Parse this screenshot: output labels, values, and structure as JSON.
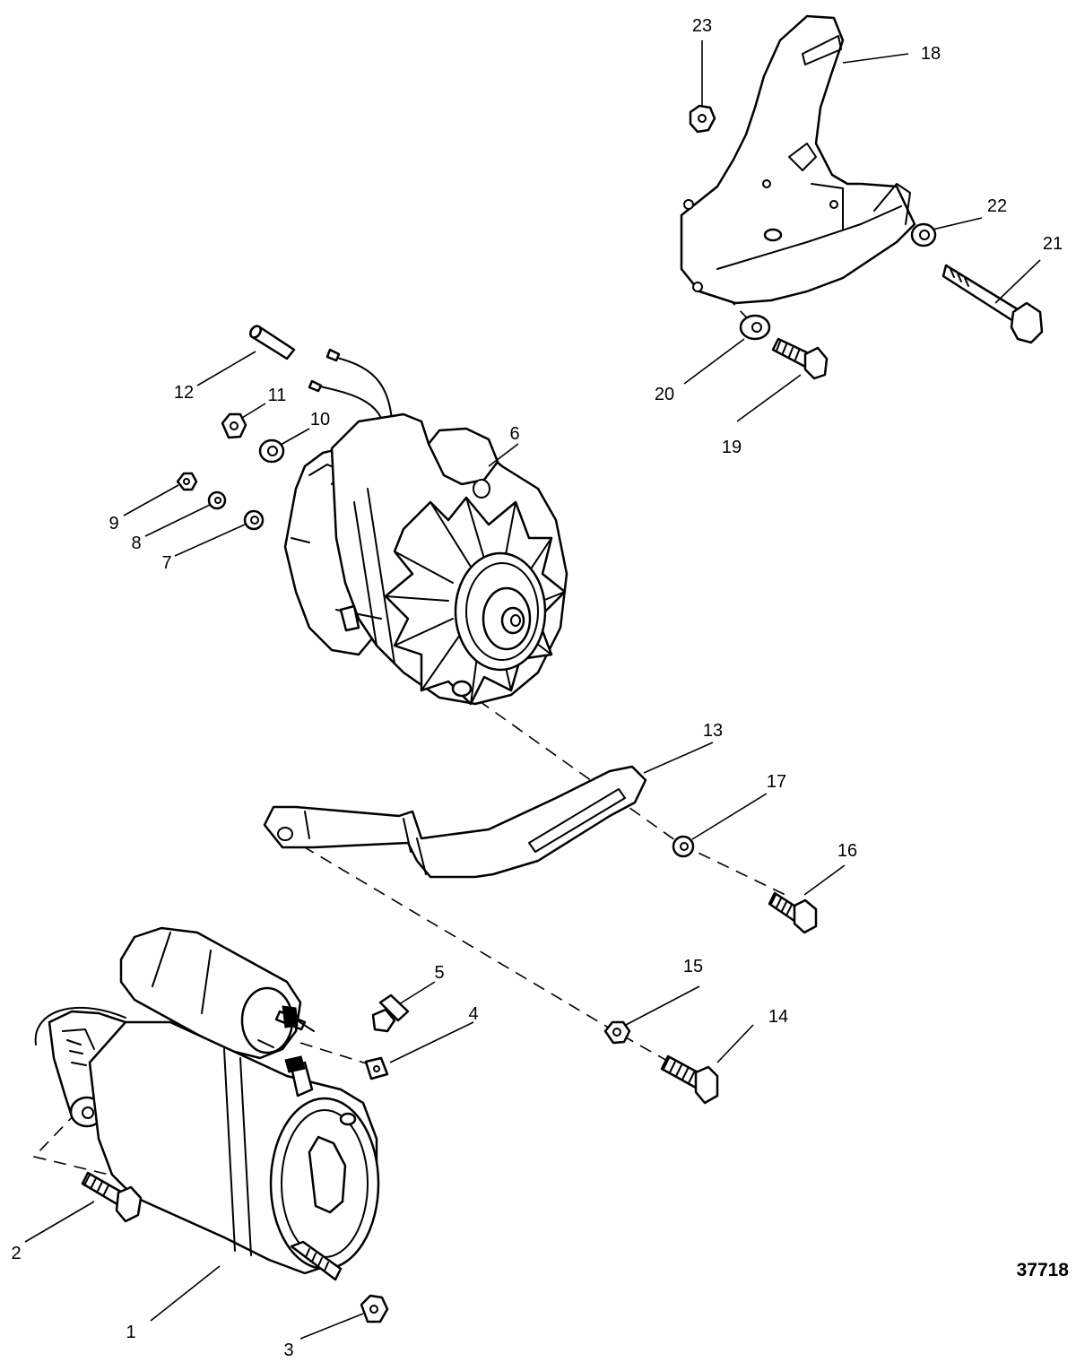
{
  "diagram": {
    "figure_number": "37718",
    "callouts": [
      {
        "id": "1",
        "label": "1"
      },
      {
        "id": "2",
        "label": "2"
      },
      {
        "id": "3",
        "label": "3"
      },
      {
        "id": "4",
        "label": "4"
      },
      {
        "id": "5",
        "label": "5"
      },
      {
        "id": "6",
        "label": "6"
      },
      {
        "id": "7",
        "label": "7"
      },
      {
        "id": "8",
        "label": "8"
      },
      {
        "id": "9",
        "label": "9"
      },
      {
        "id": "10",
        "label": "10"
      },
      {
        "id": "11",
        "label": "11"
      },
      {
        "id": "12",
        "label": "12"
      },
      {
        "id": "13",
        "label": "13"
      },
      {
        "id": "14",
        "label": "14"
      },
      {
        "id": "15",
        "label": "15"
      },
      {
        "id": "16",
        "label": "16"
      },
      {
        "id": "17",
        "label": "17"
      },
      {
        "id": "18",
        "label": "18"
      },
      {
        "id": "19",
        "label": "19"
      },
      {
        "id": "20",
        "label": "20"
      },
      {
        "id": "21",
        "label": "21"
      },
      {
        "id": "22",
        "label": "22"
      },
      {
        "id": "23",
        "label": "23"
      }
    ]
  }
}
